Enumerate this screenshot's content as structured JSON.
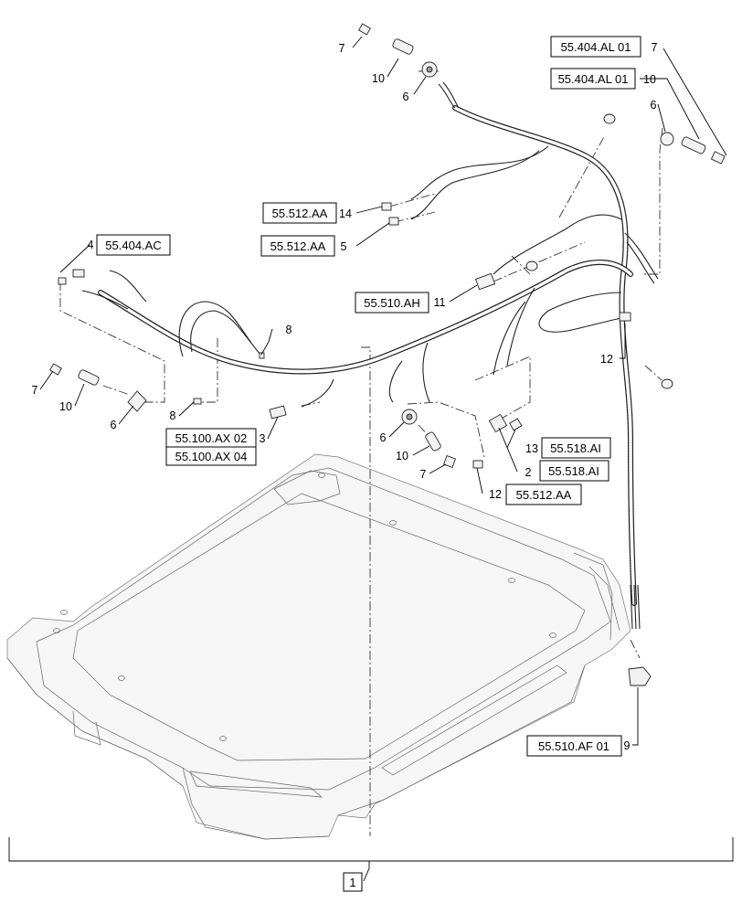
{
  "callouts": {
    "c1": "1",
    "c2": "2",
    "c3": "3",
    "c4": "4",
    "c5": "5",
    "c6a": "6",
    "c6b": "6",
    "c6c": "6",
    "c6d": "6",
    "c7a": "7",
    "c7b": "7",
    "c7c": "7",
    "c7d": "7",
    "c8a": "8",
    "c8b": "8",
    "c9": "9",
    "c10a": "10",
    "c10b": "10",
    "c10c": "10",
    "c10d": "10",
    "c11": "11",
    "c12a": "12",
    "c12b": "12",
    "c13": "13",
    "c14": "14"
  },
  "references": {
    "r_al_1": "55.404.AL 01",
    "r_al_2": "55.404.AL 01",
    "r_ac": "55.404.AC",
    "r_aa_14": "55.512.AA",
    "r_aa_5": "55.512.AA",
    "r_ah": "55.510.AH",
    "r_ax02": "55.100.AX 02",
    "r_ax04": "55.100.AX 04",
    "r_ai_13": "55.518.AI",
    "r_ai_2": "55.518.AI",
    "r_aa_12": "55.512.AA",
    "r_af": "55.510.AF 01"
  }
}
